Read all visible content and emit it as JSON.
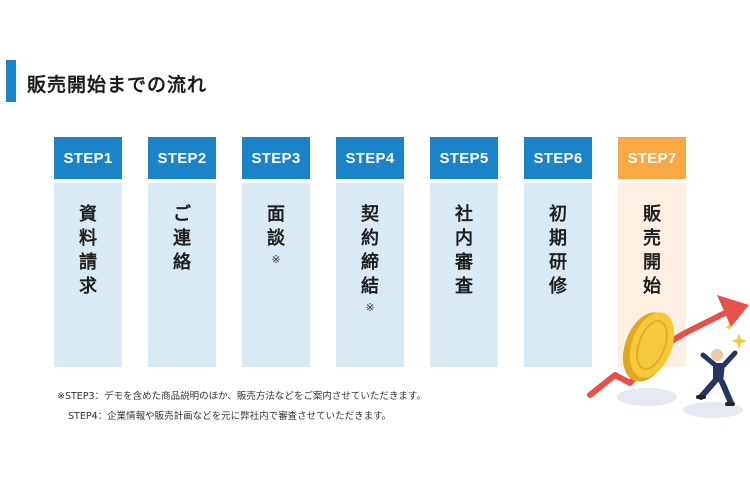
{
  "title": "販売開始までの流れ",
  "steps": [
    {
      "label": "STEP1",
      "text": [
        "資",
        "料",
        "請",
        "求"
      ],
      "note": ""
    },
    {
      "label": "STEP2",
      "text": [
        "ご",
        "連",
        "絡"
      ],
      "note": ""
    },
    {
      "label": "STEP3",
      "text": [
        "面",
        "談"
      ],
      "note": "※"
    },
    {
      "label": "STEP4",
      "text": [
        "契",
        "約",
        "締",
        "結"
      ],
      "note": "※"
    },
    {
      "label": "STEP5",
      "text": [
        "社",
        "内",
        "審",
        "査"
      ],
      "note": ""
    },
    {
      "label": "STEP6",
      "text": [
        "初",
        "期",
        "研",
        "修"
      ],
      "note": ""
    },
    {
      "label": "STEP7",
      "text": [
        "販",
        "売",
        "開",
        "始"
      ],
      "note": ""
    }
  ],
  "notes": [
    "※STEP3：デモを含めた商品説明のほか、販売方法などをご案内させていただきます。",
    "STEP4：企業情報や販売計画などを元に弊社内で審査させていただきます。"
  ],
  "colors": {
    "accent_blue": "#1b84c9",
    "step_body_blue": "#daeaf5",
    "accent_orange": "#f8a944",
    "step_body_orange": "#fdf0e2",
    "arrow_red": "#e8504a",
    "coin_gold": "#f2c230"
  },
  "illustration": {
    "icons": [
      "rising-arrow-icon",
      "gold-coin-icon",
      "running-person-icon",
      "sparkle-icon"
    ]
  }
}
